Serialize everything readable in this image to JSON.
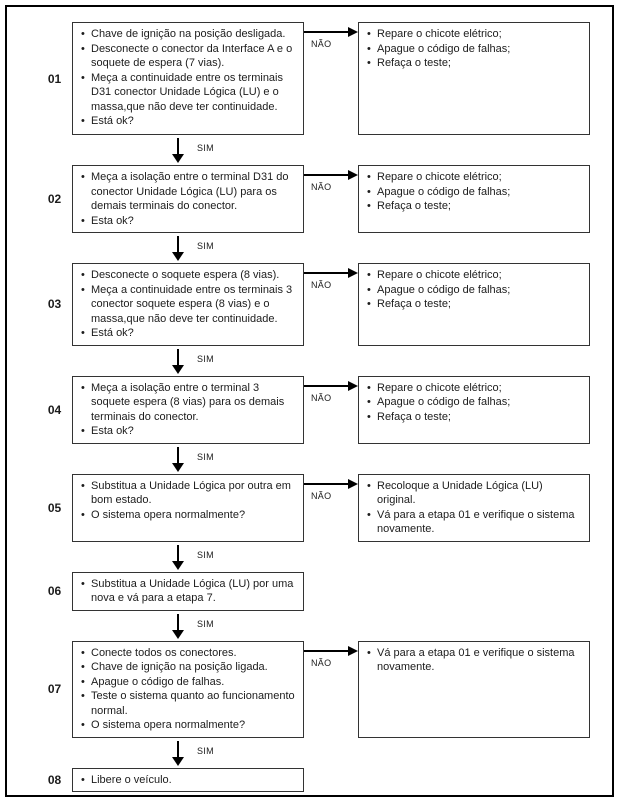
{
  "labels": {
    "yes": "SIM",
    "no": "NÃO"
  },
  "colors": {
    "background": "#ffffff",
    "line": "#000000",
    "box_border": "#333333",
    "text": "#1c1c1c"
  },
  "steps": [
    {
      "number": "01",
      "bullets": [
        "Chave de ignição na posição desligada.",
        "Desconecte o conector da Interface A e o soquete de espera (7 vias).",
        "Meça a continuidade entre os terminais D31 conector Unidade Lógica (LU) e o massa,que não deve ter continuidade.",
        "Está ok?"
      ],
      "no_bullets": [
        "Repare o chicote elétrico;",
        "Apague o código de falhas;",
        "Refaça o teste;"
      ]
    },
    {
      "number": "02",
      "bullets": [
        "Meça a isolação entre o terminal D31 do conector Unidade Lógica (LU) para os demais terminais do conector.",
        "Esta ok?"
      ],
      "no_bullets": [
        "Repare o chicote elétrico;",
        "Apague o código de falhas;",
        "Refaça o teste;"
      ]
    },
    {
      "number": "03",
      "bullets": [
        "Desconecte o soquete espera (8 vias).",
        "Meça a continuidade entre os terminais 3 conector soquete espera (8 vias) e o massa,que não deve ter continuidade.",
        "Está ok?"
      ],
      "no_bullets": [
        "Repare o chicote elétrico;",
        "Apague o código de falhas;",
        "Refaça o teste;"
      ]
    },
    {
      "number": "04",
      "bullets": [
        "Meça a isolação entre o terminal 3 soquete espera (8 vias) para os demais terminais do conector.",
        "Esta ok?"
      ],
      "no_bullets": [
        "Repare o chicote elétrico;",
        "Apague o código de falhas;",
        "Refaça o teste;"
      ]
    },
    {
      "number": "05",
      "bullets": [
        "Substitua a Unidade Lógica por outra em bom estado.",
        "O sistema opera normalmente?"
      ],
      "no_bullets": [
        "Recoloque a Unidade Lógica (LU) original.",
        "Vá para a etapa 01 e verifique o sistema novamente."
      ]
    },
    {
      "number": "06",
      "bullets": [
        "Substitua a Unidade Lógica (LU) por uma nova e vá para a etapa 7."
      ]
    },
    {
      "number": "07",
      "bullets": [
        "Conecte todos os conectores.",
        "Chave de ignição na posição ligada.",
        "Apague o código de falhas.",
        "Teste o sistema quanto ao funcionamento normal.",
        "O sistema opera normalmente?"
      ],
      "no_bullets": [
        "Vá para a etapa 01 e verifique o sistema novamente."
      ]
    },
    {
      "number": "08",
      "bullets": [
        "Libere o veículo."
      ]
    }
  ]
}
